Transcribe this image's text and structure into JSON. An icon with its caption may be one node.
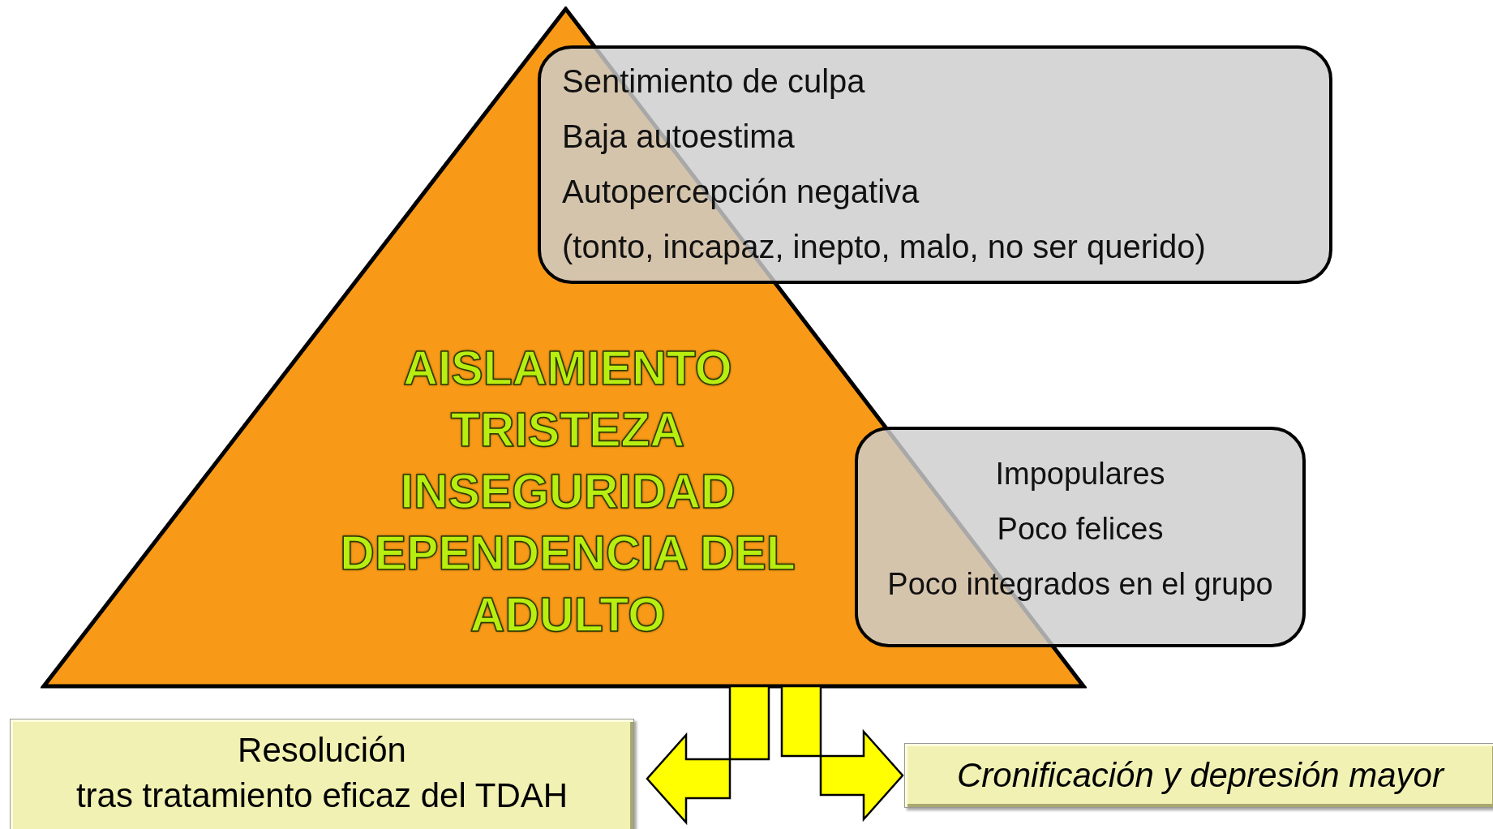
{
  "diagram": {
    "nodes": [
      {
        "text": [
          "AISLAMIENTO",
          "TRISTEZA",
          "INSEGURIDAD",
          "DEPENDENCIA DEL ADULTO"
        ]
      },
      {
        "text": [
          "Sentimiento de culpa",
          "Baja autoestima",
          "Autopercepción negativa",
          "(tonto, incapaz, inepto, malo, no ser querido)"
        ]
      },
      {
        "text": [
          "Impopulares",
          "Poco felices",
          "Poco integrados en el grupo"
        ]
      },
      {
        "text": [
          "Resolución",
          "tras tratamiento eficaz del TDAH"
        ]
      },
      {
        "text": [
          "Cronificación y depresión mayor"
        ]
      }
    ],
    "edges": [
      {
        "from": 0,
        "to": 3,
        "arrow": "to"
      },
      {
        "from": 0,
        "to": 4,
        "arrow": "to"
      }
    ]
  }
}
